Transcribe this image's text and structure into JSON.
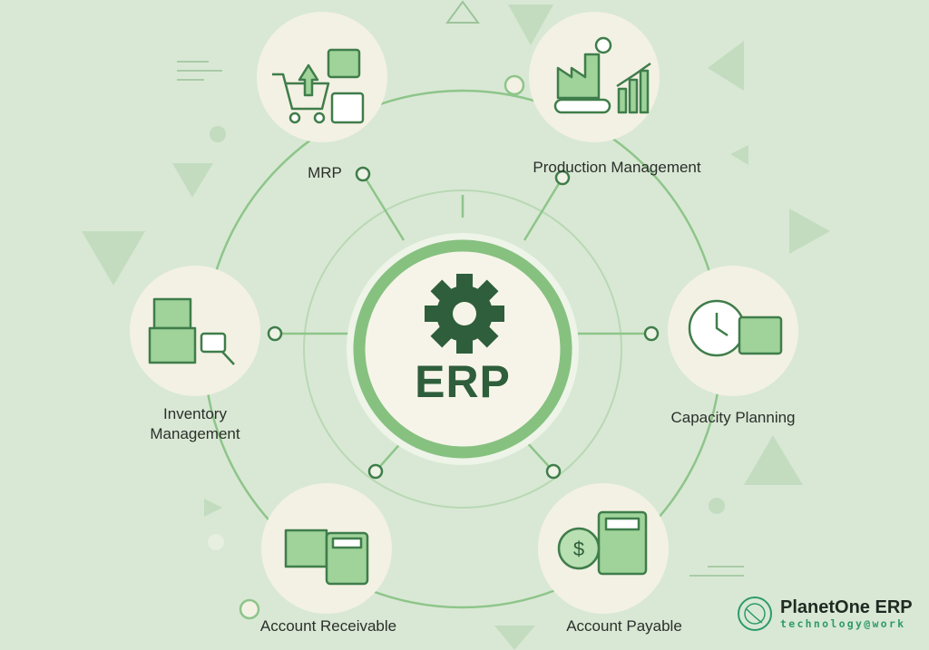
{
  "center": {
    "label": "ERP",
    "icon": "gear-icon"
  },
  "modules": [
    {
      "label": "MRP",
      "icon": "shopping-cart-calendar-icon"
    },
    {
      "label": "Production Management",
      "icon": "factory-chart-icon"
    },
    {
      "label": "Inventory Management",
      "icon": "boxes-scanner-icon"
    },
    {
      "label": "Capacity Planning",
      "icon": "clock-calendar-icon"
    },
    {
      "label": "Account Receivable",
      "icon": "box-calculator-icon"
    },
    {
      "label": "Account Payable",
      "icon": "dollar-calculator-icon"
    }
  ],
  "logo": {
    "title": "PlanetOne ERP",
    "tagline": "technology@work"
  },
  "colors": {
    "background": "#d9e8d5",
    "accent": "#7fbf7f",
    "dark": "#2e5e3b",
    "node": "#f3f1e4"
  }
}
